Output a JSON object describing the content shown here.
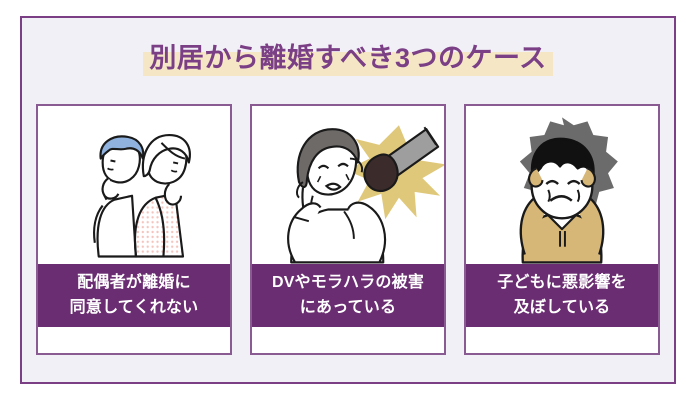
{
  "theme": {
    "accent_purple": "#7b3f86",
    "band_purple": "#6b2d71",
    "card_border": "#8a5a93",
    "panel_background": "#f2f0f7",
    "highlight_cream": "#f5e7c6",
    "caption_text": "#ffffff"
  },
  "header": {
    "title": "別居から離婚すべき3つのケース"
  },
  "cards": [
    {
      "illustration_name": "couple-back-to-back-illustration",
      "caption_line1": "配偶者が離婚に",
      "caption_line2": "同意してくれない"
    },
    {
      "illustration_name": "woman-abuse-impact-illustration",
      "caption_line1": "DVやモラハラの被害",
      "caption_line2": "にあっている"
    },
    {
      "illustration_name": "distressed-child-illustration",
      "caption_line1": "子どもに悪影響を",
      "caption_line2": "及ぼしている"
    }
  ]
}
